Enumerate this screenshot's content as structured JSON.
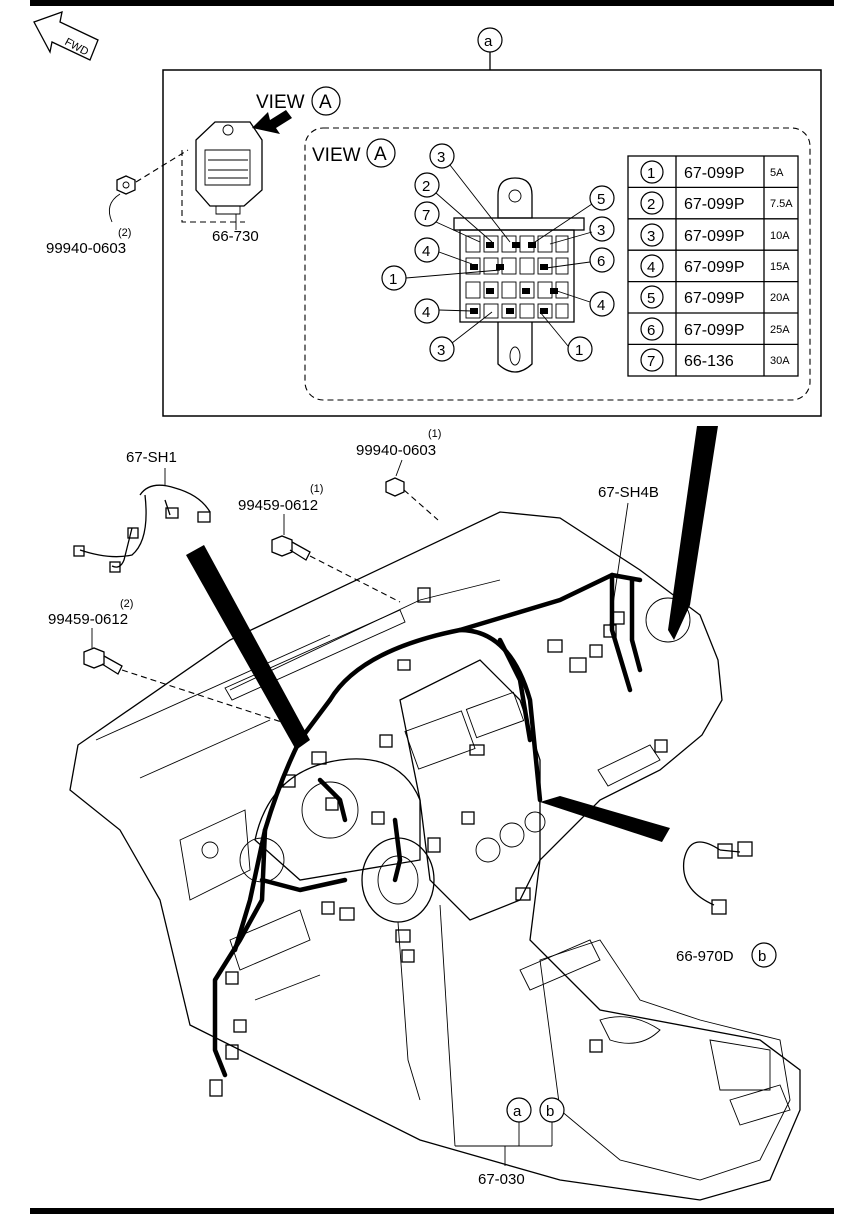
{
  "fwd_label": "FWD",
  "view_a": {
    "label": "VIEW",
    "letter": "A"
  },
  "callout_a": "a",
  "callout_b": "b",
  "fuse_numbers": [
    "1",
    "2",
    "3",
    "4",
    "5",
    "6",
    "7"
  ],
  "fuse_table": [
    {
      "num": "1",
      "part": "67-099P",
      "rating": "5A"
    },
    {
      "num": "2",
      "part": "67-099P",
      "rating": "7.5A"
    },
    {
      "num": "3",
      "part": "67-099P",
      "rating": "10A"
    },
    {
      "num": "4",
      "part": "67-099P",
      "rating": "15A"
    },
    {
      "num": "5",
      "part": "67-099P",
      "rating": "20A"
    },
    {
      "num": "6",
      "part": "67-099P",
      "rating": "25A"
    },
    {
      "num": "7",
      "part": "66-136",
      "rating": "30A"
    }
  ],
  "parts": {
    "nut_2": {
      "qty": "(2)",
      "code": "99940-0603"
    },
    "fuse_block": "66-730",
    "harness_sh1": "67-SH1",
    "nut_1": {
      "qty": "(1)",
      "code": "99940-0603"
    },
    "bolt_1": {
      "qty": "(1)",
      "code": "99459-0612"
    },
    "bolt_2": {
      "qty": "(2)",
      "code": "99459-0612"
    },
    "harness_sh4b": "67-SH4B",
    "harness_970d": "66-970D",
    "main_harness": "67-030"
  }
}
